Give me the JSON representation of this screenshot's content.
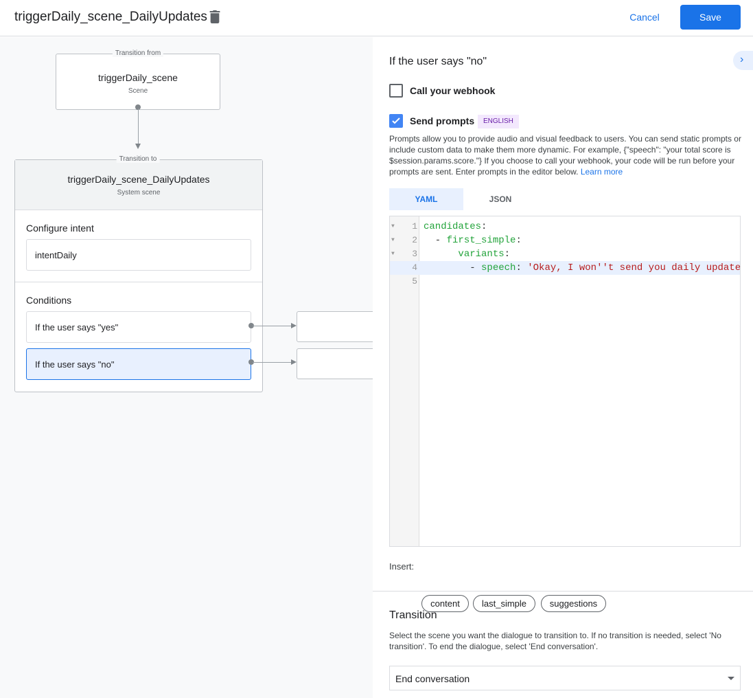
{
  "header": {
    "title": "triggerDaily_scene_DailyUpdates",
    "cancel": "Cancel",
    "save": "Save"
  },
  "flow": {
    "from_label": "Transition from",
    "from_name": "triggerDaily_scene",
    "from_type": "Scene",
    "to_label": "Transition to",
    "to_name": "triggerDaily_scene_DailyUpdates",
    "to_type": "System scene",
    "intent_heading": "Configure intent",
    "intent": "intentDaily",
    "conditions_heading": "Conditions",
    "conditions": [
      "If the user says \"yes\"",
      "If the user says \"no\""
    ]
  },
  "panel": {
    "heading": "If the user says \"no\"",
    "webhook_label": "Call your webhook",
    "webhook_checked": false,
    "prompts_label": "Send prompts",
    "prompts_checked": true,
    "language_badge": "ENGLISH",
    "description": "Prompts allow you to provide audio and visual feedback to users. You can send static prompts or include custom data to make them more dynamic. For example, {\"speech\": \"your total score is $session.params.score.\"} If you choose to call your webhook, your code will be run before your prompts are sent. Enter prompts in the editor below.",
    "learn_more": "Learn more",
    "tabs": [
      "YAML",
      "JSON"
    ],
    "active_tab": "YAML",
    "code": [
      {
        "n": "1",
        "parts": [
          {
            "t": "candidates",
            "c": "key"
          },
          {
            "t": ":",
            "c": "p"
          }
        ]
      },
      {
        "n": "2",
        "parts": [
          {
            "t": "  - ",
            "c": "p"
          },
          {
            "t": "first_simple",
            "c": "key"
          },
          {
            "t": ":",
            "c": "p"
          }
        ]
      },
      {
        "n": "3",
        "parts": [
          {
            "t": "      ",
            "c": "p"
          },
          {
            "t": "variants",
            "c": "key"
          },
          {
            "t": ":",
            "c": "p"
          }
        ]
      },
      {
        "n": "4",
        "parts": [
          {
            "t": "        - ",
            "c": "p"
          },
          {
            "t": "speech",
            "c": "key"
          },
          {
            "t": ": ",
            "c": "p"
          },
          {
            "t": "'Okay, I won''t send you daily update",
            "c": "str"
          }
        ]
      },
      {
        "n": "5",
        "parts": []
      }
    ],
    "insert_label": "Insert:",
    "insert_chips": [
      "content",
      "last_simple",
      "suggestions"
    ],
    "transition_heading": "Transition",
    "transition_desc": "Select the scene you want the dialogue to transition to. If no transition is needed, select 'No transition'. To end the dialogue, select 'End conversation'.",
    "transition_value": "End conversation"
  },
  "colors": {
    "accent": "#1a73e8",
    "key": "#22a33a",
    "string": "#b71c1c",
    "badge_bg": "#f3e8fd",
    "badge_text": "#681da8"
  }
}
